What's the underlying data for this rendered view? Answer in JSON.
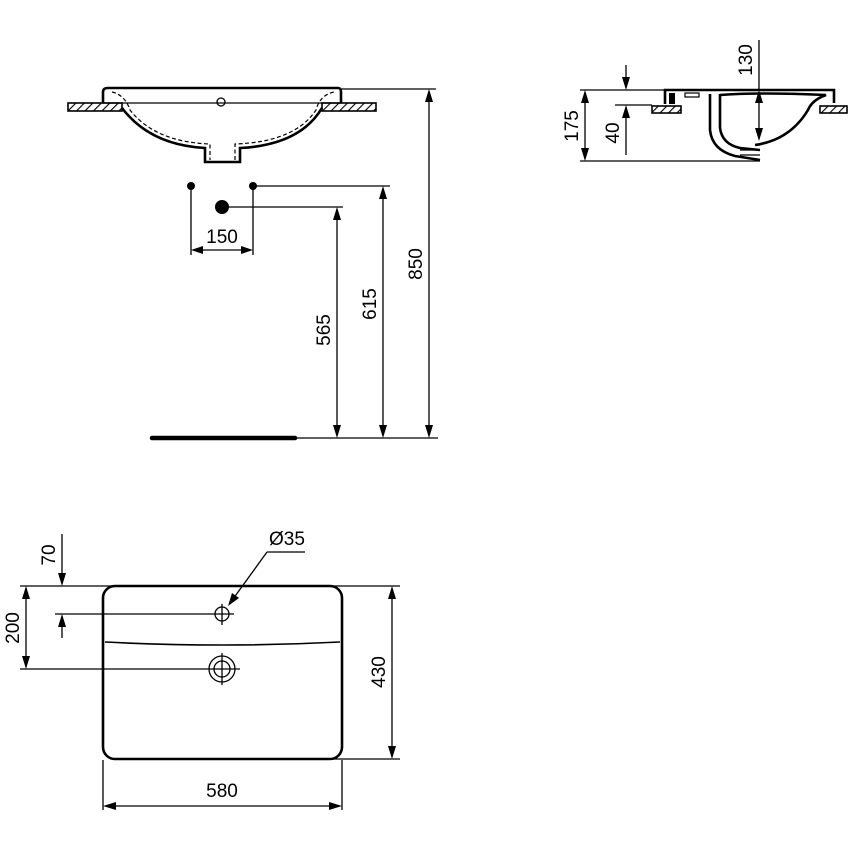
{
  "drawing": {
    "type": "technical-dimension-drawing",
    "subject": "countertop washbasin",
    "units": "mm",
    "views": {
      "front_elevation": {
        "dimensions": {
          "tap_hole_spacing": "150",
          "waste_height": "565",
          "supply_height": "615",
          "rim_height": "850"
        }
      },
      "side_section": {
        "dimensions": {
          "total_depth": "175",
          "rim_above_counter": "40",
          "bowl_depth": "130"
        }
      },
      "plan_view": {
        "dimensions": {
          "tap_hole_diameter": "Ø35",
          "tap_hole_offset": "70",
          "waste_offset": "200",
          "depth": "430",
          "width": "580"
        }
      }
    }
  }
}
